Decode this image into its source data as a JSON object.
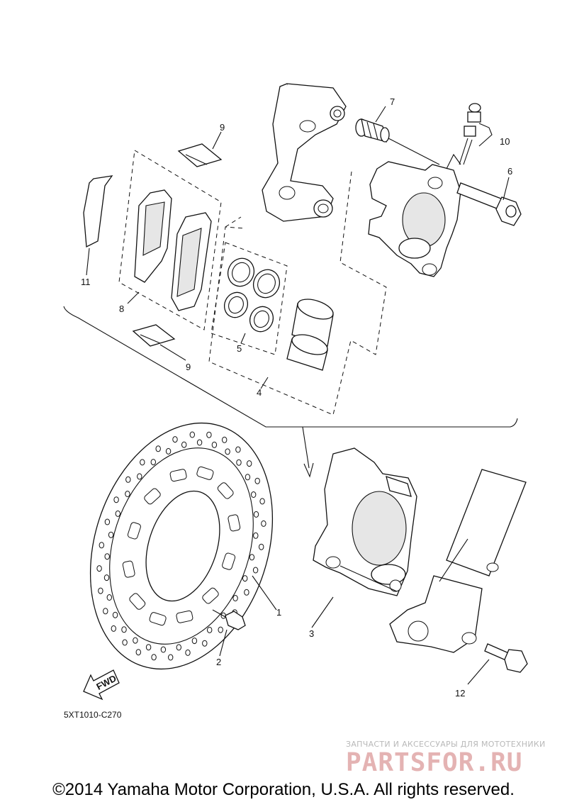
{
  "callouts": {
    "n1": "1",
    "n2": "2",
    "n3": "3",
    "n4": "4",
    "n5": "5",
    "n6": "6",
    "n7": "7",
    "n8": "8",
    "n9a": "9",
    "n9b": "9",
    "n10": "10",
    "n11": "11",
    "n12": "12"
  },
  "direction_arrow_label": "FWD",
  "diagram_code": "5XT1010-C270",
  "watermark": {
    "tagline": "ЗАПЧАСТИ И АКСЕССУАРЫ ДЛЯ МОТОТЕХНИКИ",
    "logo": "PARTSFOR.RU"
  },
  "copyright": "©2014 Yamaha Motor Corporation, U.S.A. All rights reserved.",
  "colors": {
    "line": "#111111",
    "watermark_logo": "#e4b3b3",
    "watermark_text": "#b9b9b9"
  }
}
